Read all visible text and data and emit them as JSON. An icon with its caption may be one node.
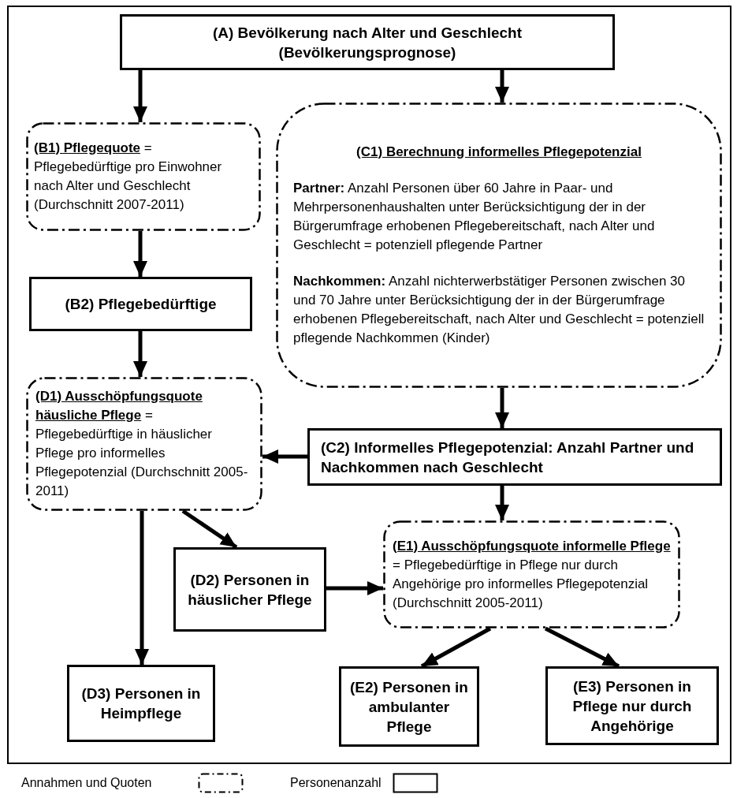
{
  "diagram": {
    "nodes": [
      {
        "text": [
          "(A) Bevölkerung nach Alter und Geschlecht (Bevölkerungsprognose)"
        ]
      },
      {
        "text": [
          "**(B1) Pflegequote** = Pflegebedürftige pro Einwohner nach Alter und Geschlecht (Durchschnitt 2007-2011)"
        ]
      },
      {
        "text": [
          "(C1) Berechnung informelles Pflegepotenzial",
          "**Partner:** Anzahl Personen über 60 Jahre in Paar- und Mehrpersonenhaushalten unter Berücksichtigung der in der Bürgerumfrage erhobenen Pflegebereitschaft, nach Alter und Geschlecht = potenziell pflegende Partner",
          "**Nachkommen:** Anzahl nichterwerbstätiger Personen zwischen 30 und 70 Jahre unter Berücksichtigung der in der Bürgerumfrage erhobenen Pflegebereitschaft, nach  Alter und Geschlecht = potenziell pflegende Nachkommen (Kinder)"
        ]
      },
      {
        "text": [
          "(B2) Pflegebedürftige"
        ]
      },
      {
        "text": [
          "**(D1) Ausschöpfungsquote häusliche Pflege** = Pflegebedürftige in häuslicher Pflege pro informelles Pflegepotenzial (Durchschnitt 2005-2011)"
        ]
      },
      {
        "text": [
          "(C2) Informelles Pflegepotenzial: Anzahl Partner und Nachkommen nach Geschlecht"
        ]
      },
      {
        "text": [
          "(D2) Personen in häuslicher Pflege"
        ]
      },
      {
        "text": [
          "**(E1) Ausschöpfungsquote informelle Pflege** = Pflegebedürftige in Pflege nur durch Angehörige pro informelles Pflegepotenzial (Durchschnitt 2005-2011)"
        ]
      },
      {
        "text": [
          "(D3) Personen in Heimpflege"
        ]
      },
      {
        "text": [
          "(E2) Personen in ambulanter Pflege"
        ]
      },
      {
        "text": [
          "(E3) Personen in Pflege nur durch Angehörige"
        ]
      }
    ],
    "edges": [
      {
        "from": 0,
        "to": 1,
        "arrow": "to"
      },
      {
        "from": 0,
        "to": 2,
        "arrow": "to"
      },
      {
        "from": 1,
        "to": 3,
        "arrow": "to"
      },
      {
        "from": 3,
        "to": 4,
        "arrow": "to"
      },
      {
        "from": 2,
        "to": 5,
        "arrow": "to"
      },
      {
        "from": 5,
        "to": 4,
        "arrow": "to"
      },
      {
        "from": 5,
        "to": 7,
        "arrow": "to"
      },
      {
        "from": 4,
        "to": 6,
        "arrow": "to"
      },
      {
        "from": 4,
        "to": 8,
        "arrow": "to"
      },
      {
        "from": 6,
        "to": 7,
        "arrow": "to"
      },
      {
        "from": 7,
        "to": 9,
        "arrow": "to"
      },
      {
        "from": 7,
        "to": 10,
        "arrow": "to"
      }
    ],
    "legend": [
      {
        "text": "Annahmen und Quoten"
      },
      {
        "text": "Personenanzahl"
      }
    ]
  }
}
